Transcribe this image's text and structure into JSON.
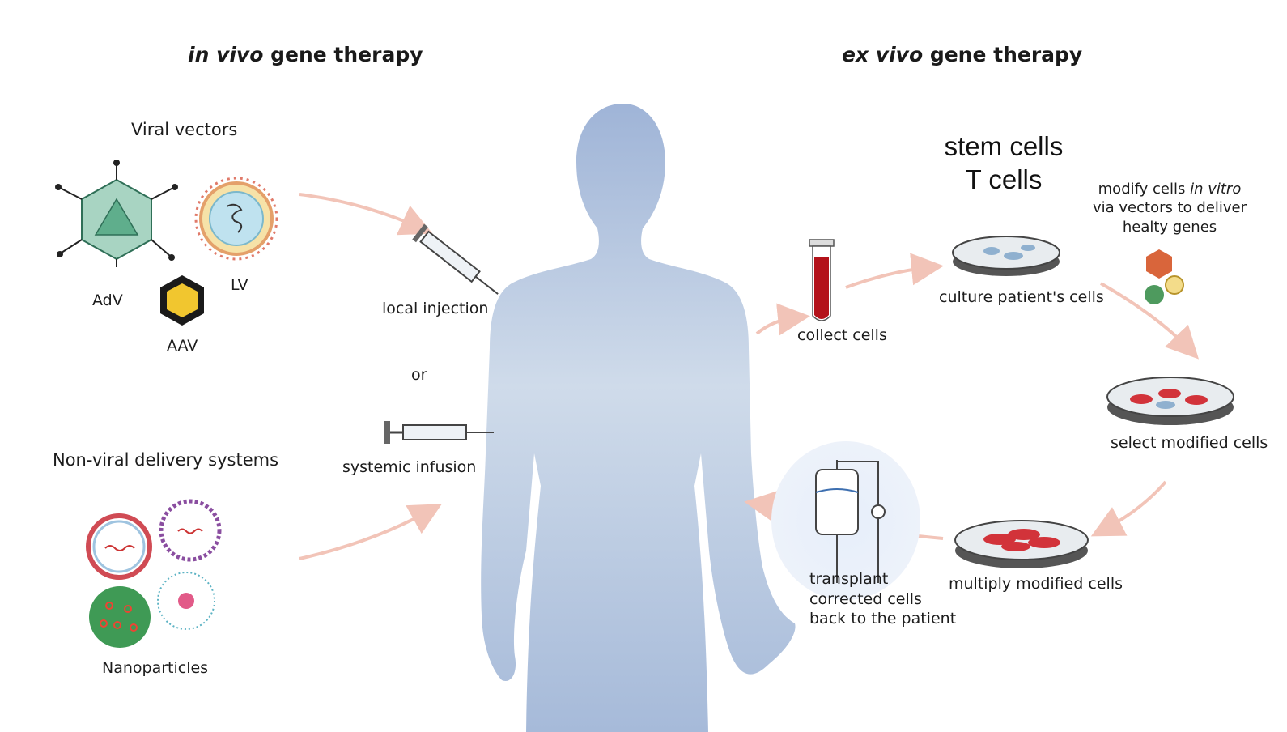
{
  "headings": {
    "in_vivo_italic": "in vivo",
    "in_vivo_rest": " gene therapy",
    "ex_vivo_italic": "ex vivo",
    "ex_vivo_rest": " gene therapy"
  },
  "left": {
    "viral_vectors": "Viral vectors",
    "adv": "AdV",
    "lv": "LV",
    "aav": "AAV",
    "non_viral": "Non-viral delivery systems",
    "nanoparticles": "Nanoparticles"
  },
  "middle": {
    "local_injection": "local injection",
    "or": "or",
    "systemic_infusion": "systemic infusion"
  },
  "right": {
    "stem_cells": "stem cells",
    "t_cells": "T cells",
    "modify_prefix": "modify cells ",
    "modify_italic": "in vitro",
    "modify_line2": "via vectors to deliver",
    "modify_line3": "healty genes",
    "culture": "culture patient's cells",
    "collect": "collect cells",
    "select": "select modified cells",
    "multiply": "multiply modified cells",
    "transplant_1": "transplant",
    "transplant_2": "corrected cells",
    "transplant_3": "back to the patient"
  },
  "colors": {
    "body": "#a9bddb",
    "arrow": "#f2c4b8",
    "dish_rim": "#555555",
    "cell_red": "#d2333a",
    "cell_blue": "#8fb0cf",
    "capsid_green": "#5fae8c",
    "blood": "#b3121a"
  }
}
